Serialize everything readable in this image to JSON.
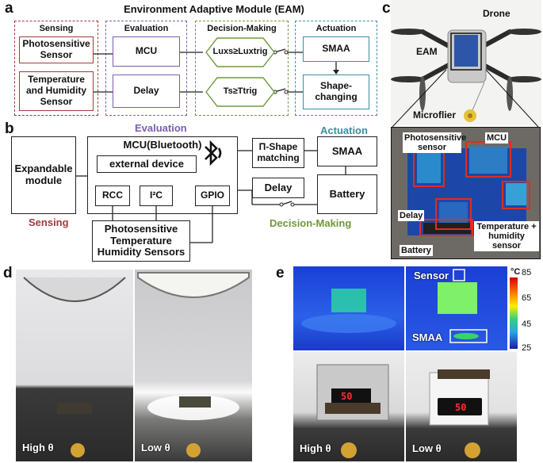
{
  "panel_letters": {
    "a": "a",
    "b": "b",
    "c": "c",
    "d": "d",
    "e": "e"
  },
  "panel_a": {
    "title": "Environment Adaptive Module (EAM)",
    "groups": {
      "sensing": "Sensing",
      "evaluation": "Evaluation",
      "decision": "Decision-Making",
      "actuation": "Actuation"
    },
    "boxes": {
      "photosensitive": "Photosensitive Sensor",
      "temp_humidity": "Temperature and Humidity Sensor",
      "mcu": "MCU",
      "delay": "Delay",
      "lux_cond": "Luxs≥Luxtrig",
      "temp_cond": "Ts≥Ttrig",
      "smaa": "SMAA",
      "shape": "Shape-changing"
    },
    "colors": {
      "sensing": "#a33a3a",
      "evaluation": "#7a5fae",
      "decision": "#6e9a3a",
      "actuation": "#3b8fa0"
    }
  },
  "panel_b": {
    "evaluation": "Evaluation",
    "actuation": "Actuation",
    "sensing": "Sensing",
    "decision": "Decision-Making",
    "expandable": "Expandable module",
    "mcu": "MCU(Bluetooth)",
    "external": "external device",
    "rcc": "RCC",
    "i2c": "I²C",
    "gpio": "GPIO",
    "pi_shape": "Π-Shape matching",
    "smaa": "SMAA",
    "delay": "Delay",
    "battery": "Battery",
    "sensors": "Photosensitive Temperature Humidity Sensors"
  },
  "panel_c": {
    "drone": "Drone",
    "eam": "EAM",
    "microflier": "Microflier",
    "photo_sensor": "Photosensitive sensor",
    "mcu": "MCU",
    "delay": "Delay",
    "temp": "Temperature + humidity sensor",
    "battery": "Battery"
  },
  "panel_d": {
    "left": "High θ",
    "right": "Low θ"
  },
  "panel_e": {
    "sensor": "Sensor",
    "smaa": "SMAA",
    "unit": "°C",
    "scale": [
      "85",
      "65",
      "45",
      "25"
    ],
    "display": "50",
    "left": "High θ",
    "right": "Low θ"
  }
}
